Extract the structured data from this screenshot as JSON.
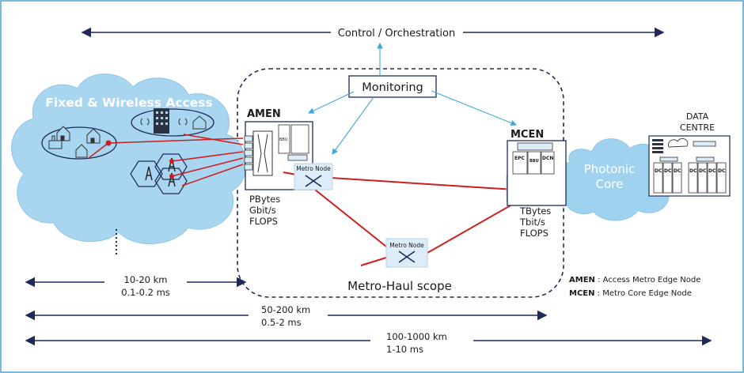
{
  "top": {
    "control_label": "Control / Orchestration"
  },
  "monitoring": {
    "label": "Monitoring"
  },
  "access": {
    "title": "Fixed & Wireless Access"
  },
  "amen": {
    "label": "AMEN",
    "metrics": [
      "PBytes",
      "Gbit/s",
      "FLOPS"
    ]
  },
  "mcen": {
    "label": "MCEN",
    "metrics": [
      "TBytes",
      "Tbit/s",
      "FLOPS"
    ]
  },
  "metro_node_label": "Metro Node",
  "scope_label": "Metro-Haul scope",
  "core": {
    "line1": "Photonic",
    "line2": "Core"
  },
  "dc": {
    "line1": "DATA",
    "line2": "CENTRE",
    "box_label": "DC"
  },
  "icon_text": {
    "bbu": "BBU",
    "epc": "EPC",
    "dcn": "DCN"
  },
  "distances": [
    {
      "km": "10-20 km",
      "ms": "0.1-0.2 ms"
    },
    {
      "km": "50-200 km",
      "ms": "0.5-2 ms"
    },
    {
      "km": "100-1000 km",
      "ms": "1-10 ms"
    }
  ],
  "legend": [
    {
      "abbr": "AMEN",
      "desc": " : Access Metro Edge Node"
    },
    {
      "abbr": "MCEN",
      "desc": " : Metro Core Edge Node"
    }
  ],
  "colors": {
    "frame": "#4aa3d4",
    "cloud": "#a8d5ef",
    "core_cloud": "#9ed2ee",
    "link_red": "#cc1f1f",
    "control_blue": "#3fa9dc",
    "scope_dash": "#1f2a5a",
    "node_fill": "#dcecf8"
  }
}
